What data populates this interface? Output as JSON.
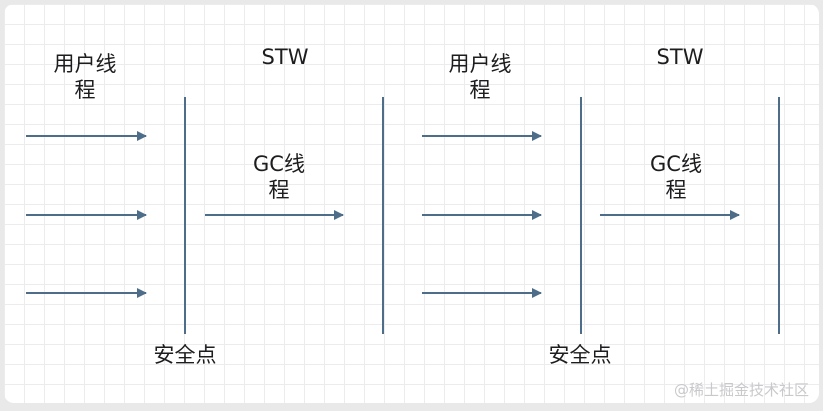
{
  "colors": {
    "line": "#4d6d88"
  },
  "phases": [
    {
      "user_thread_label_line1": "用户线",
      "user_thread_label_line2": "程",
      "stw_label": "STW",
      "gc_thread_label_line1": "GC线",
      "gc_thread_label_line2": "程",
      "safepoint_label": "安全点"
    },
    {
      "user_thread_label_line1": "用户线",
      "user_thread_label_line2": "程",
      "stw_label": "STW",
      "gc_thread_label_line1": "GC线",
      "gc_thread_label_line2": "程",
      "safepoint_label": "安全点"
    }
  ],
  "watermark": "@稀土掘金技术社区"
}
